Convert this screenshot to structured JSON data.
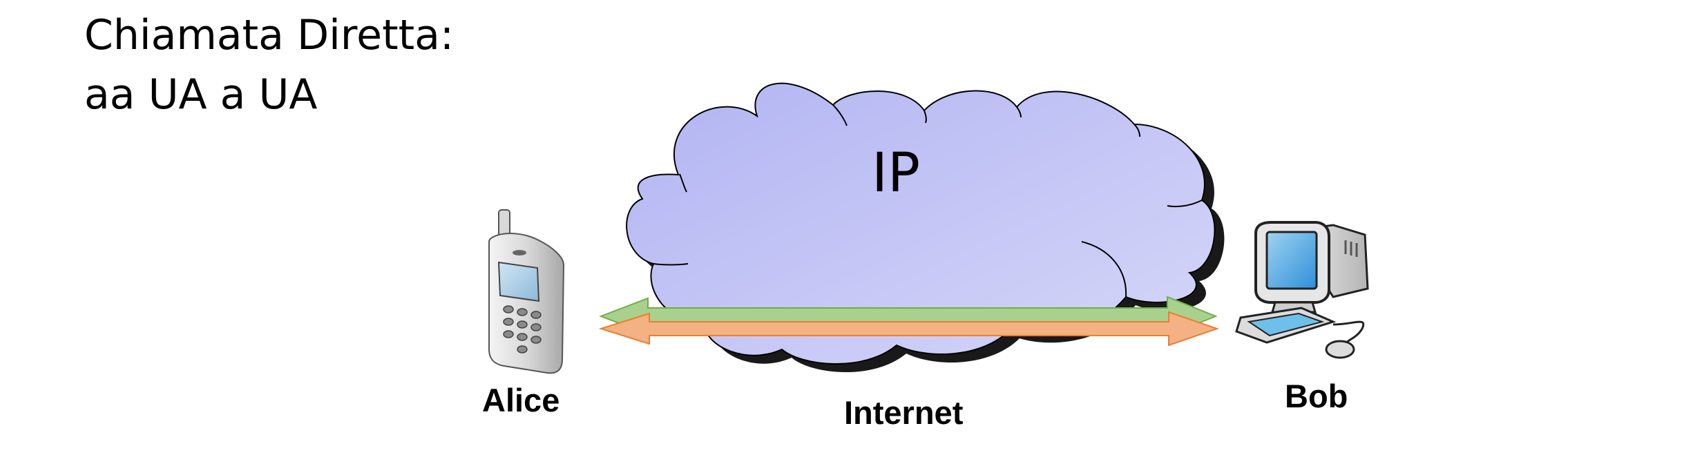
{
  "title": {
    "line1": "Chiamata Diretta:",
    "line2": "aa UA a UA"
  },
  "cloud": {
    "label": "IP",
    "fill_light": "#d3d4f7",
    "fill_dark": "#b2b4f2"
  },
  "endpoints": {
    "left": {
      "label": "Alice",
      "icon": "mobile-phone-icon"
    },
    "right": {
      "label": "Bob",
      "icon": "desktop-computer-icon"
    }
  },
  "network": {
    "label": "Internet"
  },
  "arrows": {
    "top_color": "#a9d18e",
    "bottom_color": "#f4b183"
  }
}
